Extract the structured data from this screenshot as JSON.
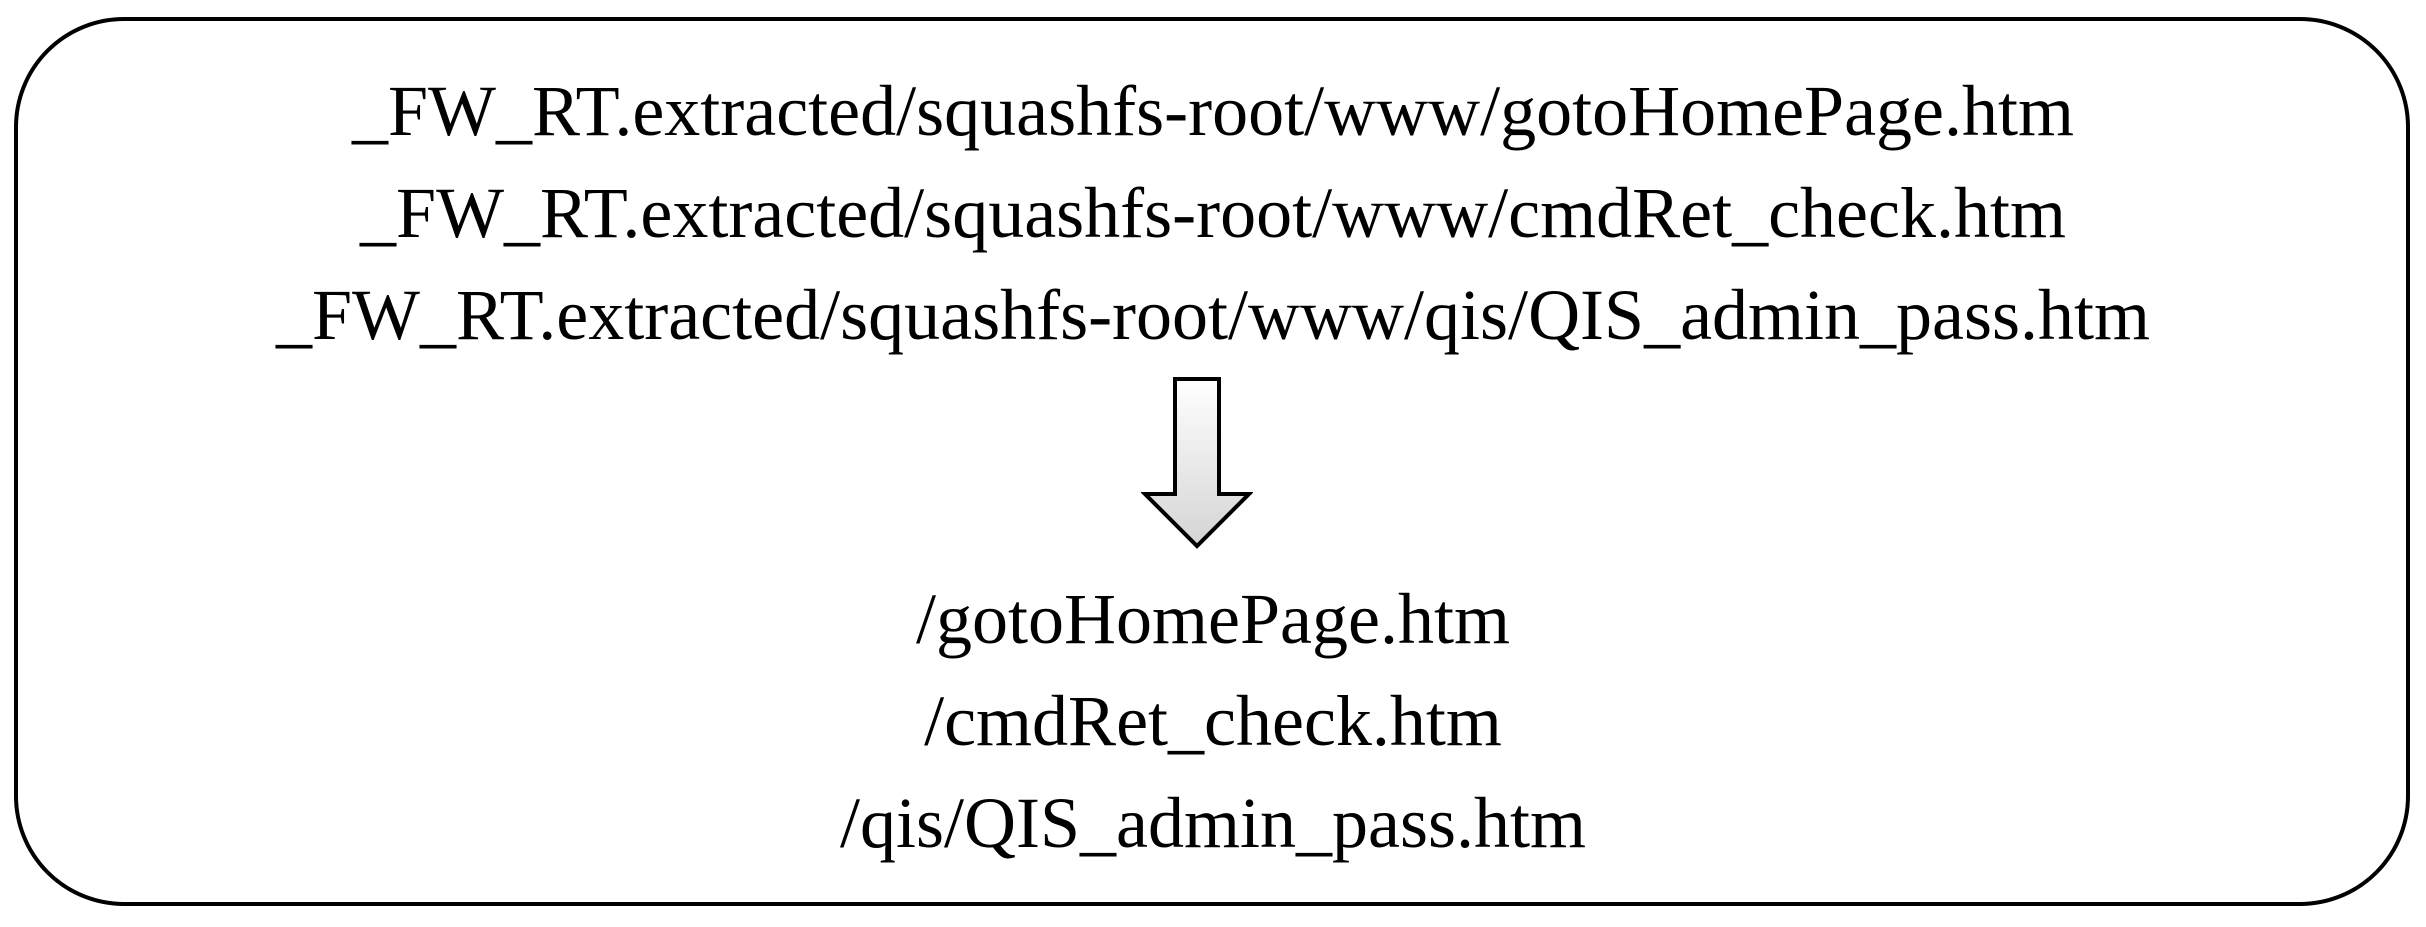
{
  "source_paths": [
    "_FW_RT.extracted/squashfs-root/www/gotoHomePage.htm",
    "_FW_RT.extracted/squashfs-root/www/cmdRet_check.htm",
    "_FW_RT.extracted/squashfs-root/www/qis/QIS_admin_pass.htm"
  ],
  "arrow": {
    "icon": "down-arrow-icon",
    "fill_top": "#ffffff",
    "fill_bottom": "#d4d4d4",
    "stroke": "#000000"
  },
  "target_paths": [
    "/gotoHomePage.htm",
    "/cmdRet_check.htm",
    "/qis/QIS_admin_pass.htm"
  ]
}
